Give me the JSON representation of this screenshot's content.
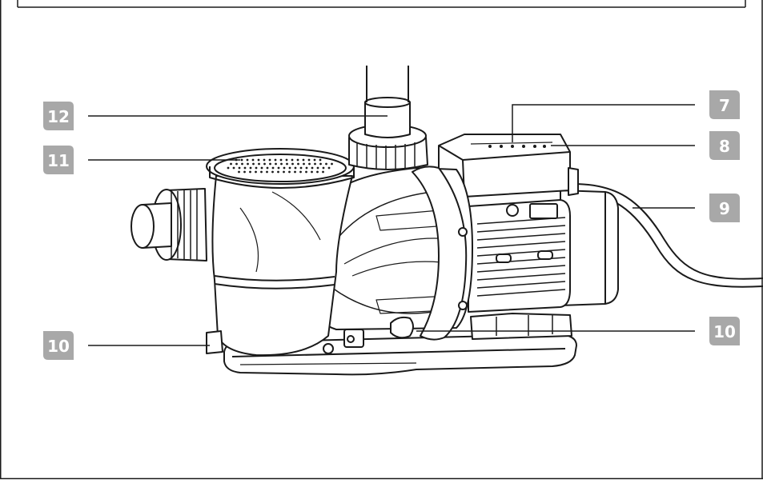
{
  "diagram": {
    "colors": {
      "line": "#1a1a1a",
      "badge_fill": "#a8a8a8",
      "badge_text": "#ffffff",
      "background": "#ffffff"
    },
    "callouts": [
      {
        "id": "c12",
        "number": "12",
        "part": "pipe-outlet"
      },
      {
        "id": "c11",
        "number": "11",
        "part": "strainer-basket"
      },
      {
        "id": "c10a",
        "number": "10",
        "part": "drain-plug-left"
      },
      {
        "id": "c7",
        "number": "7",
        "part": "control-panel"
      },
      {
        "id": "c8",
        "number": "8",
        "part": "control-box"
      },
      {
        "id": "c9",
        "number": "9",
        "part": "power-cable"
      },
      {
        "id": "c10b",
        "number": "10",
        "part": "drain-plug-right"
      }
    ]
  }
}
